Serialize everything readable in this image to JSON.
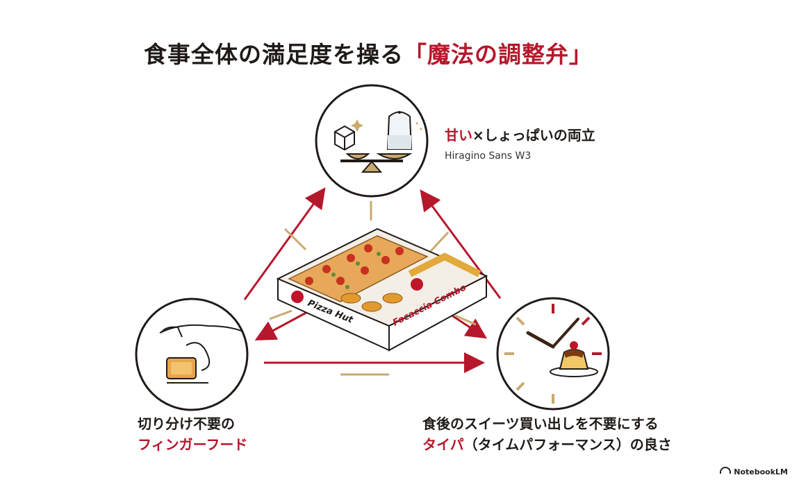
{
  "title": {
    "main": "食事全体の満足度を操る",
    "accent": "「魔法の調整弁」"
  },
  "top": {
    "heading_red": "甘い",
    "heading_rest": "×しょっぱいの両立",
    "font_note": "Hiragino Sans W3"
  },
  "left": {
    "line1": "切り分け不要の",
    "line2_red": "フィンガーフード"
  },
  "right": {
    "line1": "食後のスイーツ買い出しを不要にする",
    "line2_red": "タイパ",
    "line2_rest": "（タイムパフォーマンス）の良さ"
  },
  "box": {
    "brand_text": "Pizza Hut",
    "product_text": "Focaccia Combo"
  },
  "footer": {
    "brand": "NotebookLM"
  },
  "colors": {
    "accent": "#b5172b",
    "gold": "#c9a96e",
    "dark": "#1f1a17"
  }
}
